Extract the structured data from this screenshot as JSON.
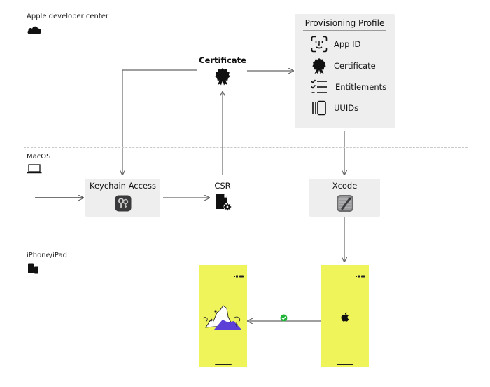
{
  "zones": {
    "apple": {
      "label": "Apple developer center",
      "icon": "cloud-icon"
    },
    "macos": {
      "label": "MacOS",
      "icon": "laptop-icon"
    },
    "devices": {
      "label": "iPhone/iPad",
      "icon": "devices-icon"
    }
  },
  "certificate": {
    "label": "Certificate",
    "icon": "certificate-badge-icon"
  },
  "provisioning_profile": {
    "title": "Provisioning Profile",
    "items": [
      {
        "label": "App ID",
        "icon": "face-id-icon"
      },
      {
        "label": "Certificate",
        "icon": "certificate-badge-icon"
      },
      {
        "label": "Entitlements",
        "icon": "checklist-icon"
      },
      {
        "label": "UUIDs",
        "icon": "device-ids-icon"
      }
    ]
  },
  "keychain": {
    "label": "Keychain Access",
    "icon": "keychain-app-icon"
  },
  "csr": {
    "label": "CSR",
    "icon": "csr-document-icon"
  },
  "xcode": {
    "label": "Xcode",
    "icon": "xcode-app-icon"
  },
  "phones": [
    {
      "screen": "app-illustration"
    },
    {
      "screen": "apple-logo-icon"
    }
  ],
  "colors": {
    "phone": "#eef45a",
    "panel": "#eeeeee",
    "check": "#22b33a",
    "arrow": "#666666",
    "illustration": "#5b3fd6"
  }
}
